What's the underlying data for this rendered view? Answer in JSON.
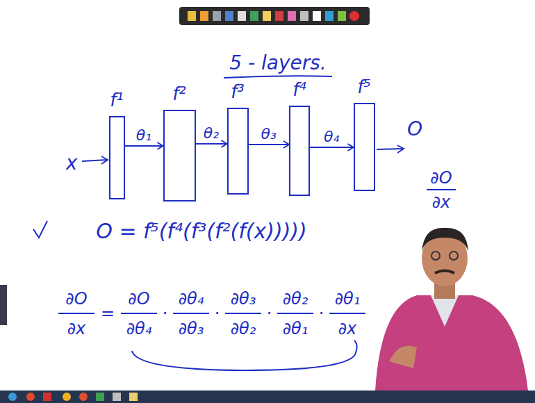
{
  "diagram": {
    "title": "5 - layers.",
    "nodes": [
      {
        "text": [
          "f¹"
        ]
      },
      {
        "text": [
          "f²"
        ]
      },
      {
        "text": [
          "f³"
        ]
      },
      {
        "text": [
          "f⁴"
        ]
      },
      {
        "text": [
          "f⁵"
        ]
      }
    ],
    "edges": [
      {
        "from": 0,
        "to": 1,
        "label": "θ₁",
        "arrow": "to"
      },
      {
        "from": 1,
        "to": 2,
        "label": "θ₂",
        "arrow": "to"
      },
      {
        "from": 2,
        "to": 3,
        "label": "θ₃",
        "arrow": "to"
      },
      {
        "from": 3,
        "to": 4,
        "label": "θ₄",
        "arrow": "to"
      }
    ],
    "labels": [
      "x",
      "O",
      "∂O",
      "∂x",
      "O = f⁵(f⁴(f³(f²(f(x)))))",
      "∂O",
      "∂x",
      "=",
      "∂O",
      "∂θ₄",
      "·",
      "∂θ₄",
      "∂θ₃",
      "·",
      "∂θ₃",
      "∂θ₂",
      "·",
      "∂θ₂",
      "∂θ₁",
      "·",
      "∂θ₁",
      "∂x"
    ]
  }
}
